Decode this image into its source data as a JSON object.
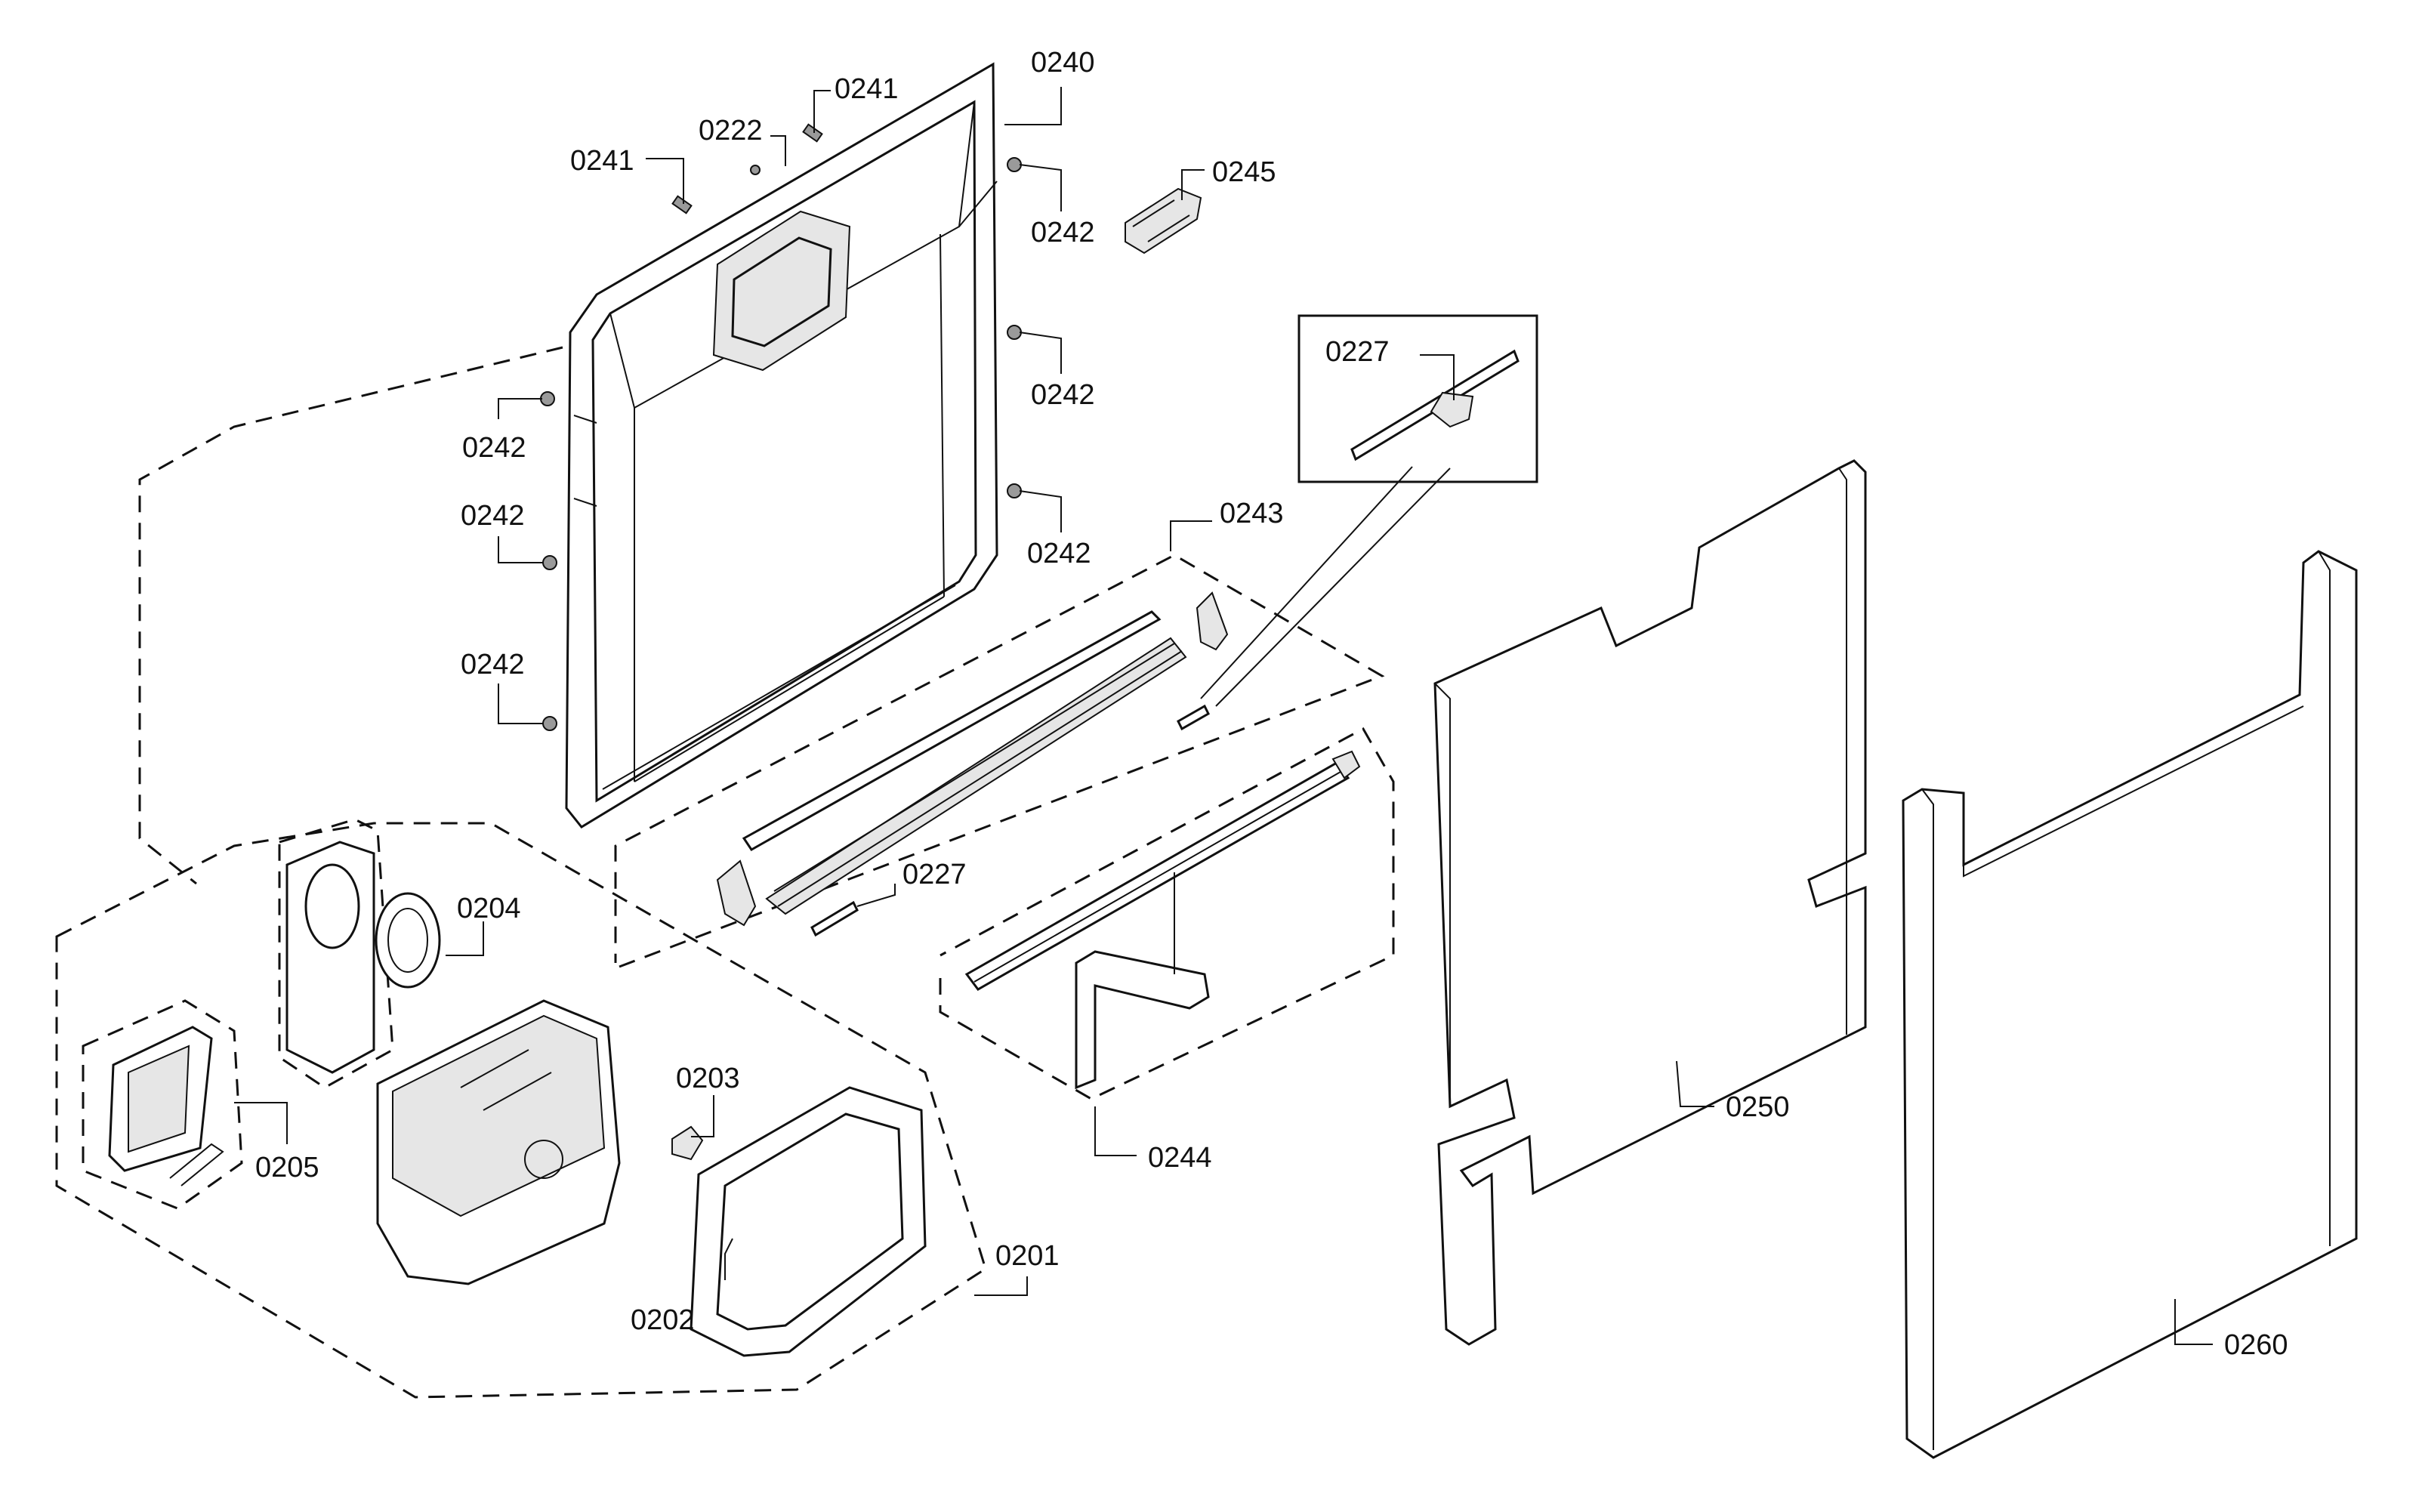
{
  "callouts": {
    "c0240": "0240",
    "c0241_top": "0241",
    "c0241_left": "0241",
    "c0222": "0222",
    "c0245": "0245",
    "c0242_r1": "0242",
    "c0242_r2": "0242",
    "c0242_r3": "0242",
    "c0242_l1": "0242",
    "c0242_l2": "0242",
    "c0242_l3": "0242",
    "c0227_detail": "0227",
    "c0243": "0243",
    "c0227_lower": "0227",
    "c0204": "0204",
    "c0203": "0203",
    "c0205": "0205",
    "c0201": "0201",
    "c0202": "0202",
    "c0244": "0244",
    "c0250": "0250",
    "c0260": "0260"
  }
}
